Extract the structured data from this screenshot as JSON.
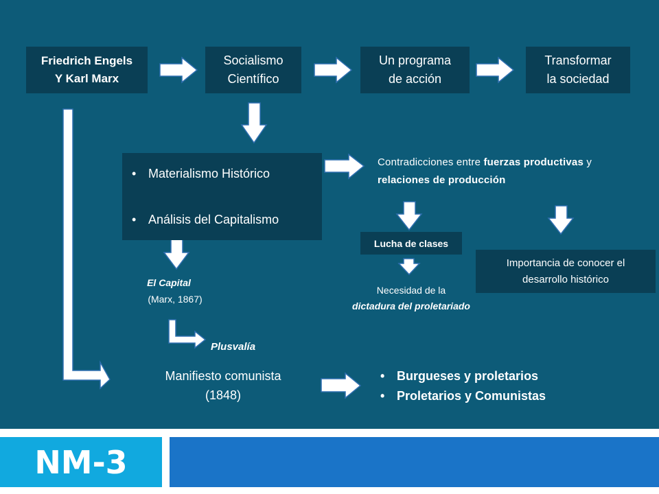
{
  "nodes": {
    "engels_marx": [
      "Friedrich Engels",
      "Y Karl Marx"
    ],
    "socialismo": [
      "Socialismo",
      "Científico"
    ],
    "programa": [
      "Un programa",
      "de acción"
    ],
    "transformar": [
      "Transformar",
      "la sociedad"
    ],
    "materialismo_items": [
      "Materialismo Histórico",
      "Análisis del Capitalismo"
    ],
    "contradicciones": {
      "pre": "Contradicciones entre ",
      "bold1": "fuerzas productivas",
      "mid": " y",
      "bold2": "relaciones de producción"
    },
    "lucha": "Lucha de clases",
    "importancia": [
      "Importancia de conocer el",
      "desarrollo histórico"
    ],
    "necesidad": [
      "Necesidad de la",
      "dictadura del proletariado"
    ],
    "el_capital": [
      "El Capital",
      "(Marx, 1867)"
    ],
    "plusvalia": "Plusvalía",
    "manifiesto": [
      "Manifiesto comunista",
      "(1848)"
    ],
    "manifiesto_items": [
      "Burgueses y proletarios",
      "Proletarios y Comunistas"
    ]
  },
  "footer": {
    "label": "NM-3"
  },
  "colors": {
    "background": "#0d5b78",
    "box": "#0a3f55",
    "arrow": "#ffffff",
    "arrow_outline": "#2f6fb0",
    "footer_left": "#11a9df",
    "footer_right": "#1a74c8"
  }
}
